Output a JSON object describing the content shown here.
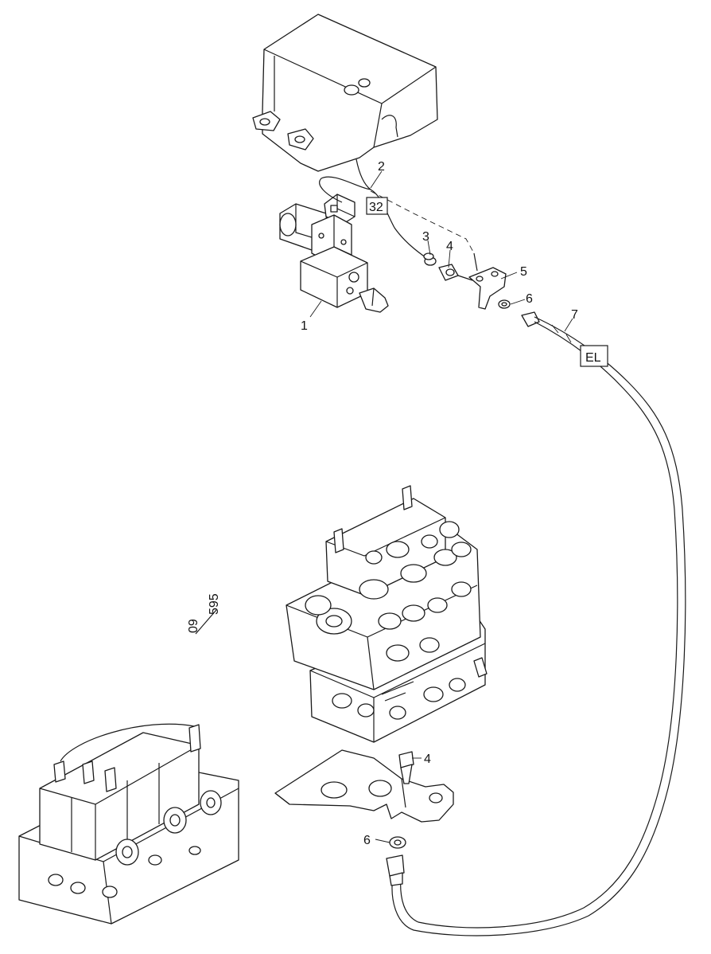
{
  "callouts": {
    "c1": "1",
    "c2": "2",
    "c3": "3",
    "c4": "4",
    "c5": "5",
    "c6": "6",
    "c7": "7",
    "c4b": "4",
    "c6b": "6"
  },
  "boxes": {
    "ref32": "32",
    "el": "EL"
  },
  "page_ref": {
    "top": "09",
    "bottom": "595"
  }
}
